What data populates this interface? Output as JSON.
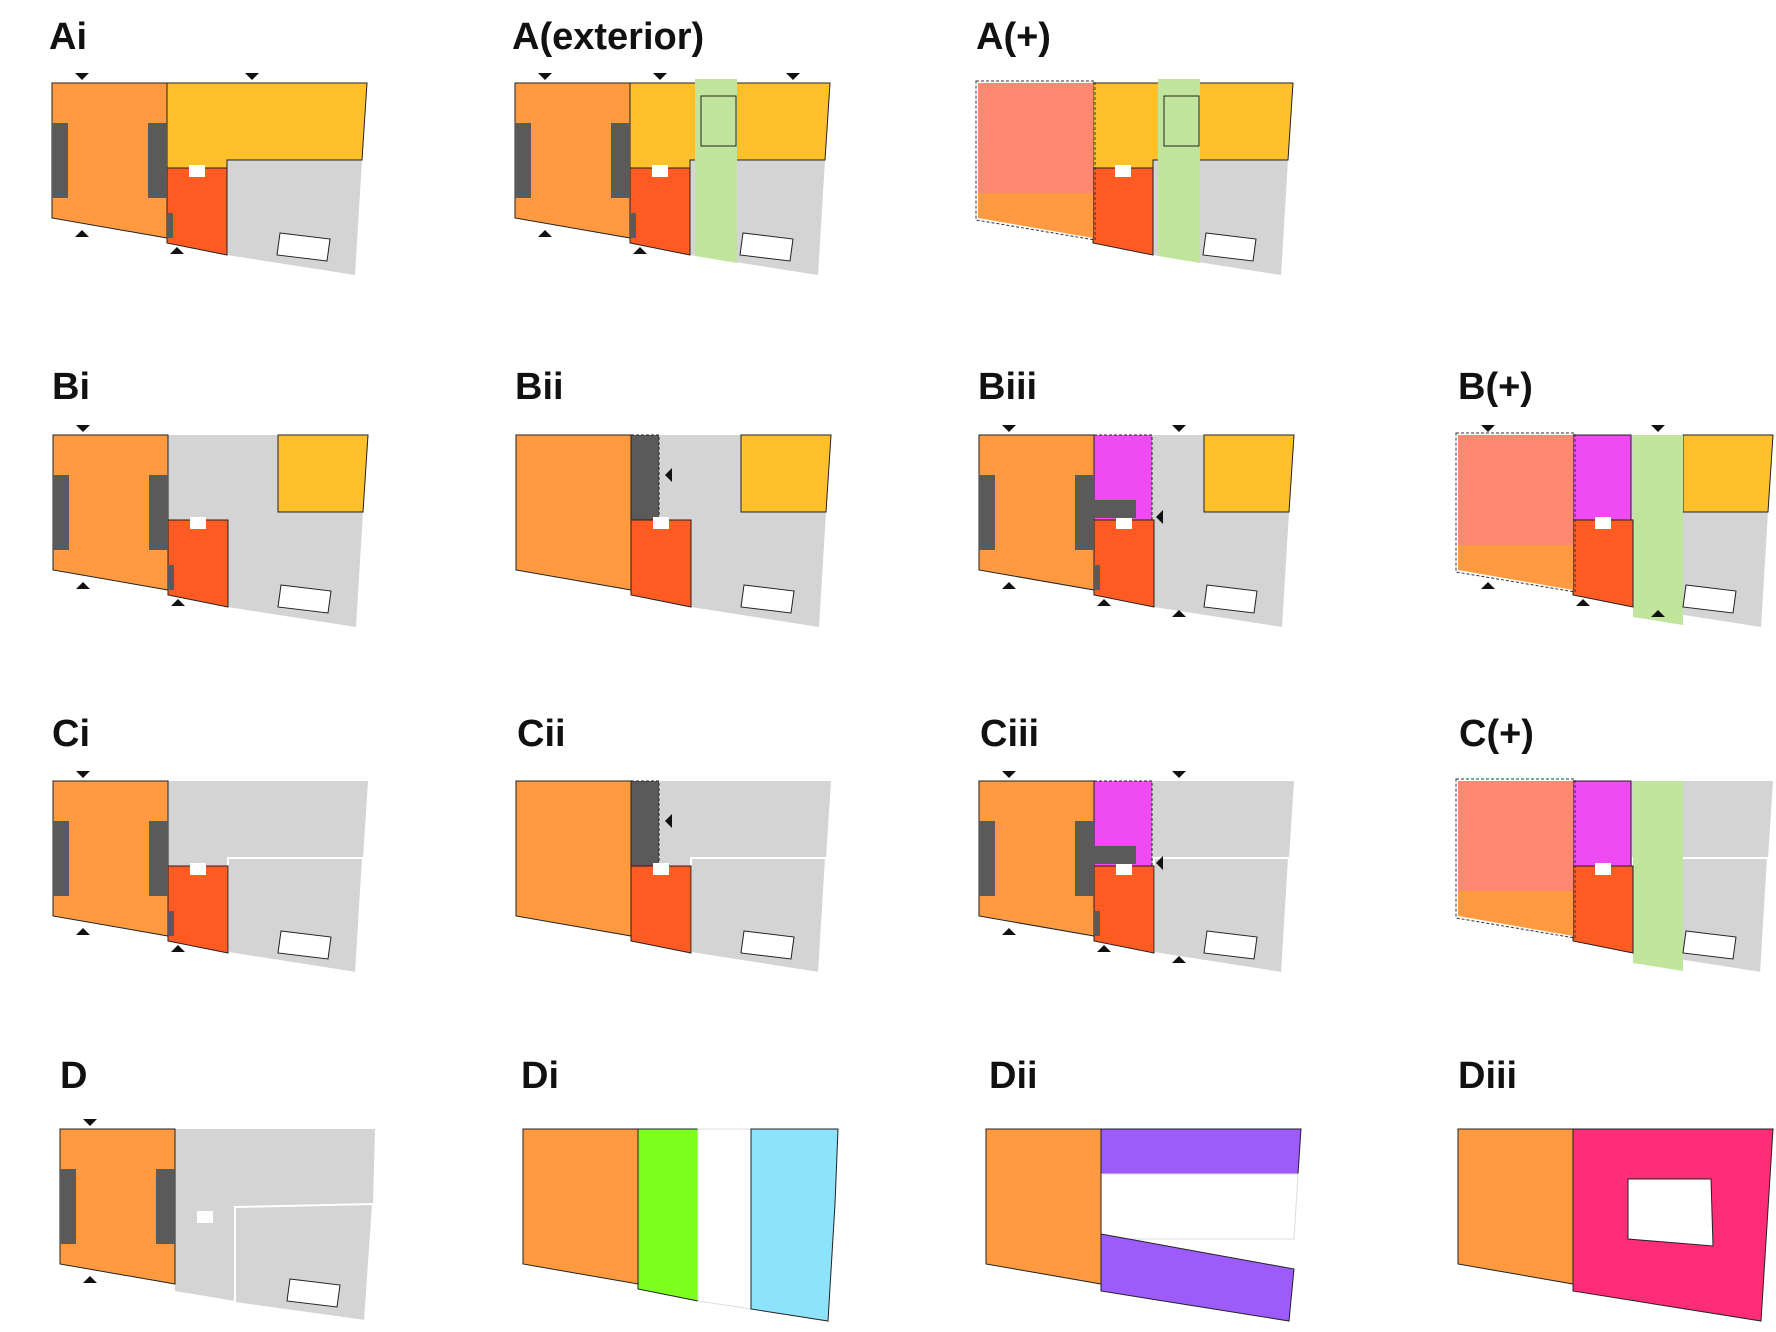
{
  "colors": {
    "main_room": "#FF9A40",
    "main_room_highlight": "#FF8872",
    "yellow_wing": "#FFC12B",
    "red_room": "#FF5B22",
    "gray_area": "#D4D4D4",
    "dark_wall": "#5A5A5A",
    "green_strip": "#C2E59D",
    "magenta_room": "#F04BF2",
    "bright_green": "#7DFF1F",
    "cyan": "#8DE3FC",
    "purple": "#9C5BFA",
    "pink": "#FF2D78"
  },
  "panels": [
    {
      "id": "Ai",
      "label": "Ai"
    },
    {
      "id": "A-exterior",
      "label": "A(exterior)"
    },
    {
      "id": "A-plus",
      "label": "A(+)"
    },
    {
      "id": "Bi",
      "label": "Bi"
    },
    {
      "id": "Bii",
      "label": "Bii"
    },
    {
      "id": "Biii",
      "label": "Biii"
    },
    {
      "id": "B-plus",
      "label": "B(+)"
    },
    {
      "id": "Ci",
      "label": "Ci"
    },
    {
      "id": "Cii",
      "label": "Cii"
    },
    {
      "id": "Ciii",
      "label": "Ciii"
    },
    {
      "id": "C-plus",
      "label": "C(+)"
    },
    {
      "id": "D",
      "label": "D"
    },
    {
      "id": "Di",
      "label": "Di"
    },
    {
      "id": "Dii",
      "label": "Dii"
    },
    {
      "id": "Diii",
      "label": "Diii"
    }
  ]
}
